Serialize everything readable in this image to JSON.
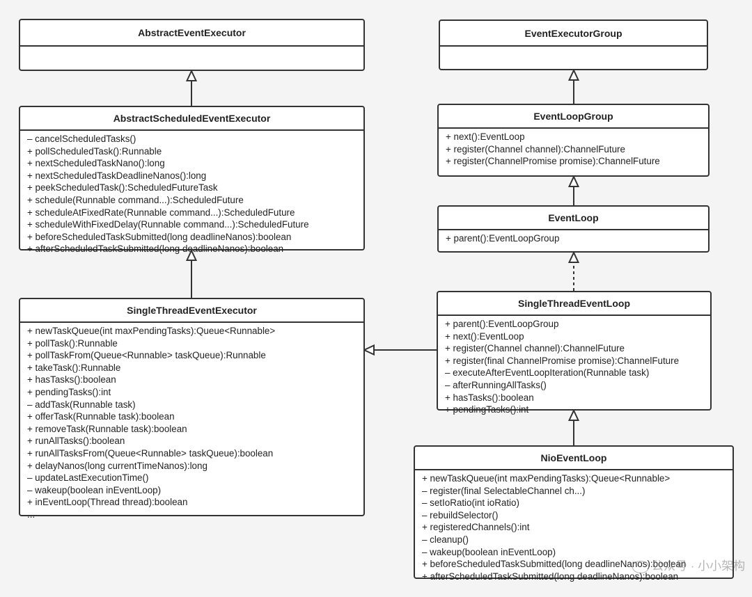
{
  "classes": {
    "abstract_event_executor": {
      "name": "AbstractEventExecutor",
      "members": []
    },
    "abstract_scheduled_event_executor": {
      "name": "AbstractScheduledEventExecutor",
      "members": [
        "– cancelScheduledTasks()",
        "+ pollScheduledTask():Runnable",
        "+ nextScheduledTaskNano():long",
        "+ nextScheduledTaskDeadlineNanos():long",
        "+ peekScheduledTask():ScheduledFutureTask",
        "+ schedule(Runnable command...):ScheduledFuture",
        "+ scheduleAtFixedRate(Runnable command...):ScheduledFuture",
        "+ scheduleWithFixedDelay(Runnable command...):ScheduledFuture",
        "+ beforeScheduledTaskSubmitted(long deadlineNanos):boolean",
        "+ afterScheduledTaskSubmitted(long deadlineNanos):boolean"
      ]
    },
    "single_thread_event_executor": {
      "name": "SingleThreadEventExecutor",
      "members": [
        "+ newTaskQueue(int maxPendingTasks):Queue<Runnable>",
        "+ pollTask():Runnable",
        "+ pollTaskFrom(Queue<Runnable> taskQueue):Runnable",
        "+ takeTask():Runnable",
        "+ hasTasks():boolean",
        "+ pendingTasks():int",
        "– addTask(Runnable task)",
        "+ offerTask(Runnable task):boolean",
        "+ removeTask(Runnable task):boolean",
        "+ runAllTasks():boolean",
        "+ runAllTasksFrom(Queue<Runnable> taskQueue):boolean",
        "+ delayNanos(long currentTimeNanos):long",
        "– updateLastExecutionTime()",
        "– wakeup(boolean inEventLoop)",
        "+ inEventLoop(Thread thread):boolean",
        "..."
      ]
    },
    "event_executor_group": {
      "name": "EventExecutorGroup",
      "members": []
    },
    "event_loop_group": {
      "name": "EventLoopGroup",
      "members": [
        "+ next():EventLoop",
        "+ register(Channel channel):ChannelFuture",
        "+ register(ChannelPromise promise):ChannelFuture"
      ]
    },
    "event_loop": {
      "name": "EventLoop",
      "members": [
        "+ parent():EventLoopGroup"
      ]
    },
    "single_thread_event_loop": {
      "name": "SingleThreadEventLoop",
      "members": [
        "+ parent():EventLoopGroup",
        "+ next():EventLoop",
        "+ register(Channel channel):ChannelFuture",
        "+ register(final ChannelPromise promise):ChannelFuture",
        "– executeAfterEventLoopIteration(Runnable task)",
        "– afterRunningAllTasks()",
        "+ hasTasks():boolean",
        "+ pendingTasks():int"
      ]
    },
    "nio_event_loop": {
      "name": "NioEventLoop",
      "members": [
        "+ newTaskQueue(int maxPendingTasks):Queue<Runnable>",
        "– register(final SelectableChannel ch...)",
        "– setIoRatio(int ioRatio)",
        "– rebuildSelector()",
        "+ registeredChannels():int",
        "– cleanup()",
        "– wakeup(boolean inEventLoop)",
        "+ beforeScheduledTaskSubmitted(long deadlineNanos):boolean",
        "+ afterScheduledTaskSubmitted(long deadlineNanos):boolean"
      ]
    }
  },
  "relationships": [
    {
      "from": "abstract_scheduled_event_executor",
      "to": "abstract_event_executor",
      "type": "generalization"
    },
    {
      "from": "single_thread_event_executor",
      "to": "abstract_scheduled_event_executor",
      "type": "generalization"
    },
    {
      "from": "event_loop_group",
      "to": "event_executor_group",
      "type": "generalization"
    },
    {
      "from": "event_loop",
      "to": "event_loop_group",
      "type": "generalization"
    },
    {
      "from": "single_thread_event_loop",
      "to": "event_loop",
      "type": "realization"
    },
    {
      "from": "single_thread_event_loop",
      "to": "single_thread_event_executor",
      "type": "generalization"
    },
    {
      "from": "nio_event_loop",
      "to": "single_thread_event_loop",
      "type": "generalization"
    }
  ],
  "watermark": "公众号 · 小小架构"
}
